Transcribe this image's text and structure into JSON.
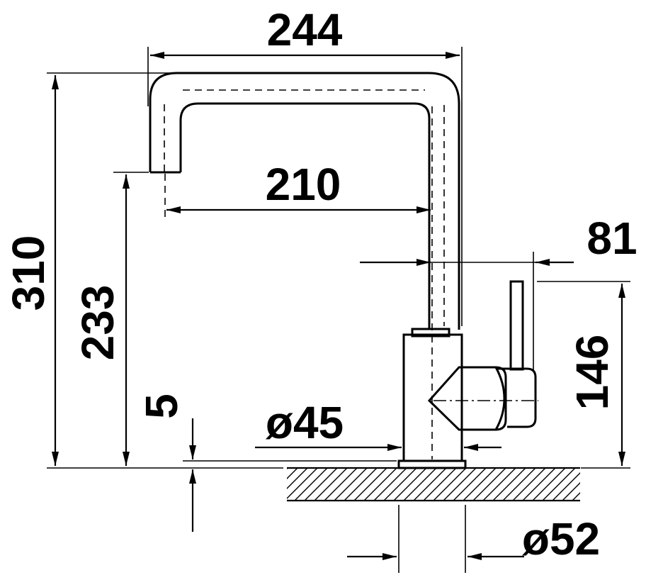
{
  "dimensions": {
    "width_total": "244",
    "spout_reach": "210",
    "lever_offset": "81",
    "height_total": "310",
    "spout_height": "233",
    "lever_height": "146",
    "base_thickness": "5",
    "base_diameter": "ø45",
    "hole_diameter": "ø52"
  },
  "colors": {
    "line": "#000000",
    "background": "#ffffff"
  }
}
